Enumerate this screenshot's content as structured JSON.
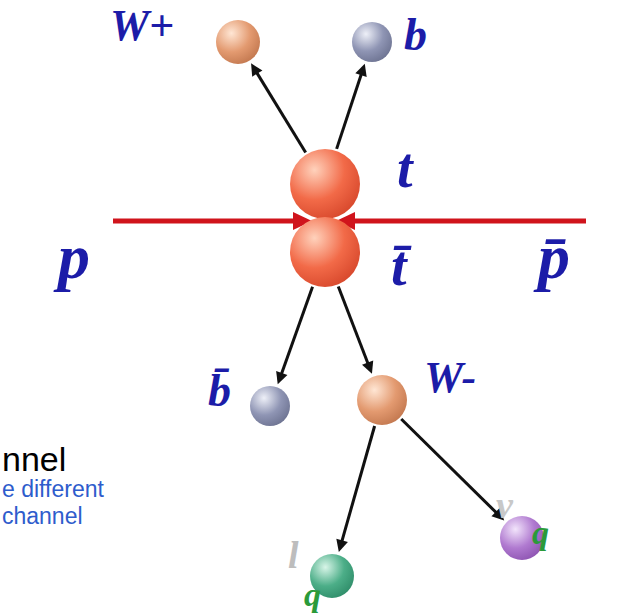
{
  "diagram": {
    "nodes": [
      {
        "text": [
          "W+"
        ]
      },
      {
        "text": [
          "b"
        ]
      },
      {
        "text": [
          "t"
        ]
      },
      {
        "text": [
          "t̄"
        ]
      },
      {
        "text": [
          "b̄"
        ]
      },
      {
        "text": [
          "W-"
        ]
      },
      {
        "text": [
          "l",
          "q"
        ]
      },
      {
        "text": [
          "ν",
          "q"
        ]
      }
    ],
    "edges": [
      {
        "from": 2,
        "to": 0,
        "arrow": "to"
      },
      {
        "from": 2,
        "to": 1,
        "arrow": "to"
      },
      {
        "from": 3,
        "to": 4,
        "arrow": "to"
      },
      {
        "from": 3,
        "to": 5,
        "arrow": "to"
      },
      {
        "from": 5,
        "to": 6,
        "arrow": "to"
      },
      {
        "from": 5,
        "to": 7,
        "arrow": "to"
      }
    ],
    "labels": [
      "p",
      "p̄",
      "nnel",
      "e different",
      "channel"
    ]
  }
}
